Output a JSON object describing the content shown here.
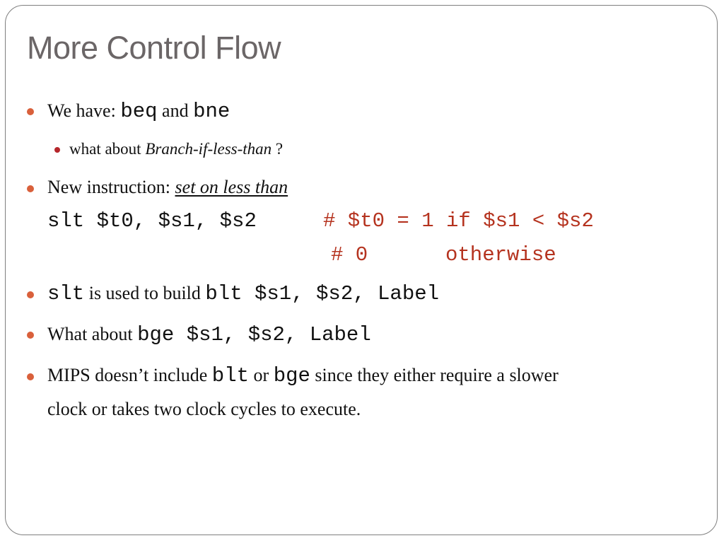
{
  "slide": {
    "title": "More Control Flow",
    "b1": {
      "prefix": "We have:",
      "code1": "beq",
      "mid": "and",
      "code2": "bne"
    },
    "b1_sub": {
      "prefix": "what about",
      "emph": "Branch-if-less-than",
      "suffix": "?"
    },
    "b2": {
      "prefix": "New instruction:",
      "emph": "set on less than"
    },
    "code_line1": {
      "instr": "slt $t0, $s1, $s2",
      "comment": "# $t0 = 1 if $s1 < $s2"
    },
    "code_line2": {
      "comment_zero": "# 0",
      "comment_otherwise": "otherwise"
    },
    "b3": {
      "code1": "slt",
      "mid": "is used to build",
      "code2": "blt $s1, $s2, Label"
    },
    "b4": {
      "prefix": "What about",
      "code": "bge $s1, $s2, Label"
    },
    "b5": {
      "prefix": "MIPS doesn’t include",
      "code1": "blt",
      "mid": "or",
      "code2": "bge",
      "suffix": "since they either require a slower",
      "line2": "clock or takes two clock cycles to execute."
    },
    "colors": {
      "bullet": "#d9603b",
      "sub_bullet": "#b5262b",
      "code_comment": "#b5331f",
      "title": "#6b6667"
    }
  }
}
